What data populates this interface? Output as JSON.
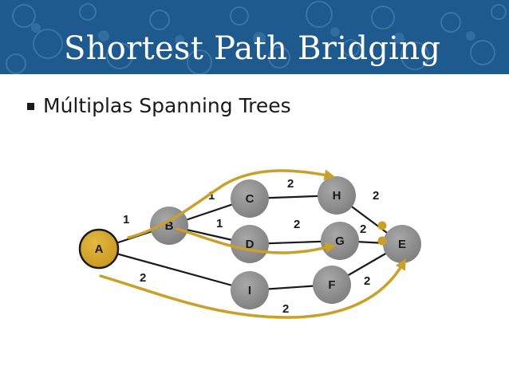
{
  "slide": {
    "title": "Shortest Path Bridging",
    "bullet": "Múltiplas Spanning Trees"
  },
  "colors": {
    "header": "#1f5a8f",
    "header_accent": "#6fa3cc",
    "node_fill": "#8e8e8e",
    "root_node_fill": "#d7a72e",
    "path_color": "#c9a02a",
    "edge_color": "#1a1a1a"
  },
  "diagram": {
    "nodes": [
      {
        "id": "A",
        "label": "A",
        "root": true
      },
      {
        "id": "B",
        "label": "B"
      },
      {
        "id": "C",
        "label": "C"
      },
      {
        "id": "D",
        "label": "D"
      },
      {
        "id": "H",
        "label": "H"
      },
      {
        "id": "G",
        "label": "G"
      },
      {
        "id": "I",
        "label": "I"
      },
      {
        "id": "F",
        "label": "F"
      },
      {
        "id": "E",
        "label": "E"
      }
    ],
    "edges": [
      {
        "from": "A",
        "to": "B",
        "weight": "1"
      },
      {
        "from": "B",
        "to": "C",
        "weight": "1"
      },
      {
        "from": "B",
        "to": "D",
        "weight": "1"
      },
      {
        "from": "C",
        "to": "H",
        "weight": "2"
      },
      {
        "from": "D",
        "to": "G",
        "weight": "2"
      },
      {
        "from": "H",
        "to": "E",
        "weight": "2"
      },
      {
        "from": "G",
        "to": "E",
        "weight": "2"
      },
      {
        "from": "A",
        "to": "I",
        "weight": "2"
      },
      {
        "from": "I",
        "to": "F",
        "weight": "2"
      },
      {
        "from": "F",
        "to": "E",
        "weight": "2"
      }
    ],
    "paths": [
      {
        "name": "path-via-h",
        "to": "H"
      },
      {
        "name": "path-via-g",
        "to": "G"
      },
      {
        "name": "path-to-e",
        "to": "E"
      }
    ]
  }
}
